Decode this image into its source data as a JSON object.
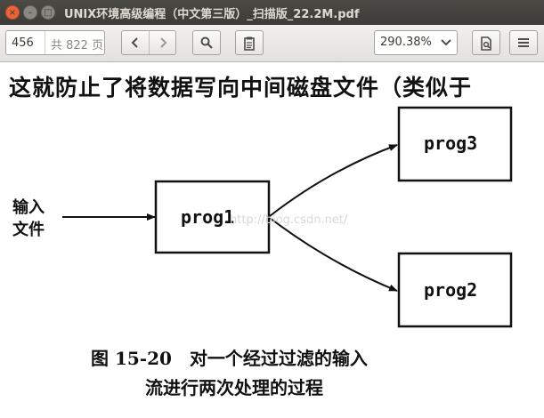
{
  "window": {
    "title": "UNIX环境高级编程（中文第三版）_扫描版_22.2M.pdf",
    "close_glyph": "×",
    "minimize_glyph": "–",
    "maximize_glyph": "□"
  },
  "toolbar": {
    "page_current": "456",
    "page_total": "共 822 页",
    "prev_icon": "chevron-left-icon",
    "next_icon": "chevron-right-icon",
    "search_icon": "search-icon",
    "annotations_icon": "annotations-icon",
    "zoom_value": "290.38%",
    "print_icon": "print-icon",
    "menu_icon": "menu-icon"
  },
  "document": {
    "top_text": "这就防止了将数据写向中间磁盘文件（类似于",
    "diagram": {
      "input_line1": "输入",
      "input_line2": "文件",
      "node_center": "prog1",
      "node_top": "prog3",
      "node_bottom": "prog2",
      "watermark": "http://blog.csdn.net/"
    },
    "caption_fig": "图 15-20",
    "caption_line1": "对一个经过过滤的输入",
    "caption_line2": "流进行两次处理的过程"
  }
}
